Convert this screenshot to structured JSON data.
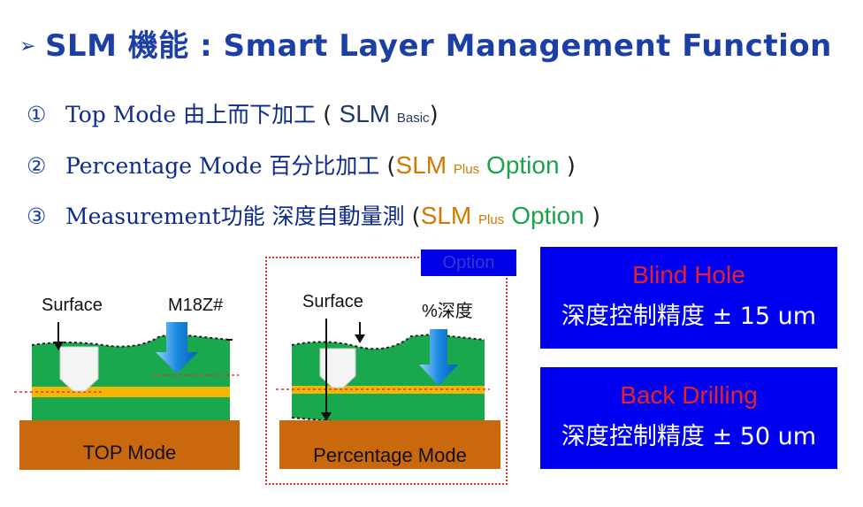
{
  "title": {
    "bullet": "➢",
    "text": "SLM 機能 : Smart  Layer  Management   Function"
  },
  "modes": [
    {
      "num": "①",
      "text": "Top Mode 由上而下加工",
      "slm": "SLM",
      "sub": "Basic",
      "option": ""
    },
    {
      "num": "②",
      "text": "Percentage Mode 百分比加工",
      "slm": "SLM",
      "sub": "Plus",
      "option": "Option"
    },
    {
      "num": "③",
      "text": "Measurement功能   深度自動量測",
      "slm": "SLM",
      "sub": "Plus",
      "option": "Option"
    }
  ],
  "diagram_top": {
    "surface_label": "Surface",
    "tool_label": "M18Z#",
    "base_label": "TOP  Mode"
  },
  "diagram_percentage": {
    "option_tag": "Option",
    "surface_label": "Surface",
    "depth_label": "%深度",
    "base_label": "Percentage  Mode"
  },
  "info_boxes": [
    {
      "heading": "Blind Hole",
      "spec": "深度控制精度 ± 15 um"
    },
    {
      "heading": "Back Drilling",
      "spec": "深度控制精度 ± 50 um"
    }
  ],
  "colors": {
    "title_blue": "#1c3fa6",
    "pcb_green": "#1aa84e",
    "copper_layer": "#f2b705",
    "base_brown": "#c9680c",
    "box_blue": "#0000f0",
    "heading_red": "#e8202a",
    "option_green": "#1aa34a",
    "slm_plus_orange": "#d07a00"
  }
}
